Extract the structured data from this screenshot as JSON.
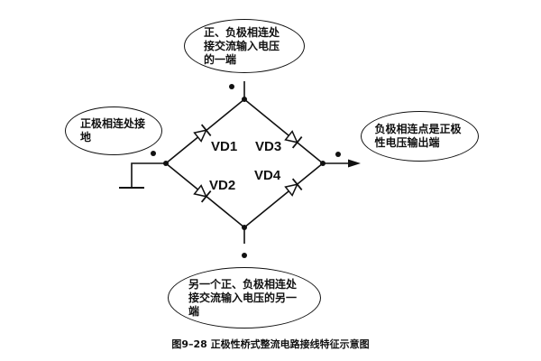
{
  "diagram": {
    "callouts": {
      "top": "正、负极相连处接交流输入电压的一端",
      "left": "正极相连处接地",
      "right": "负极相连点是正极性电压输出端",
      "bottom": "另一个正、负极相连处接交流输入电压的另一端"
    },
    "diodes": {
      "vd1": "VD1",
      "vd2": "VD2",
      "vd3": "VD3",
      "vd4": "VD4"
    }
  },
  "caption": "图9–28 正极性桥式整流电路接线特征示意图"
}
